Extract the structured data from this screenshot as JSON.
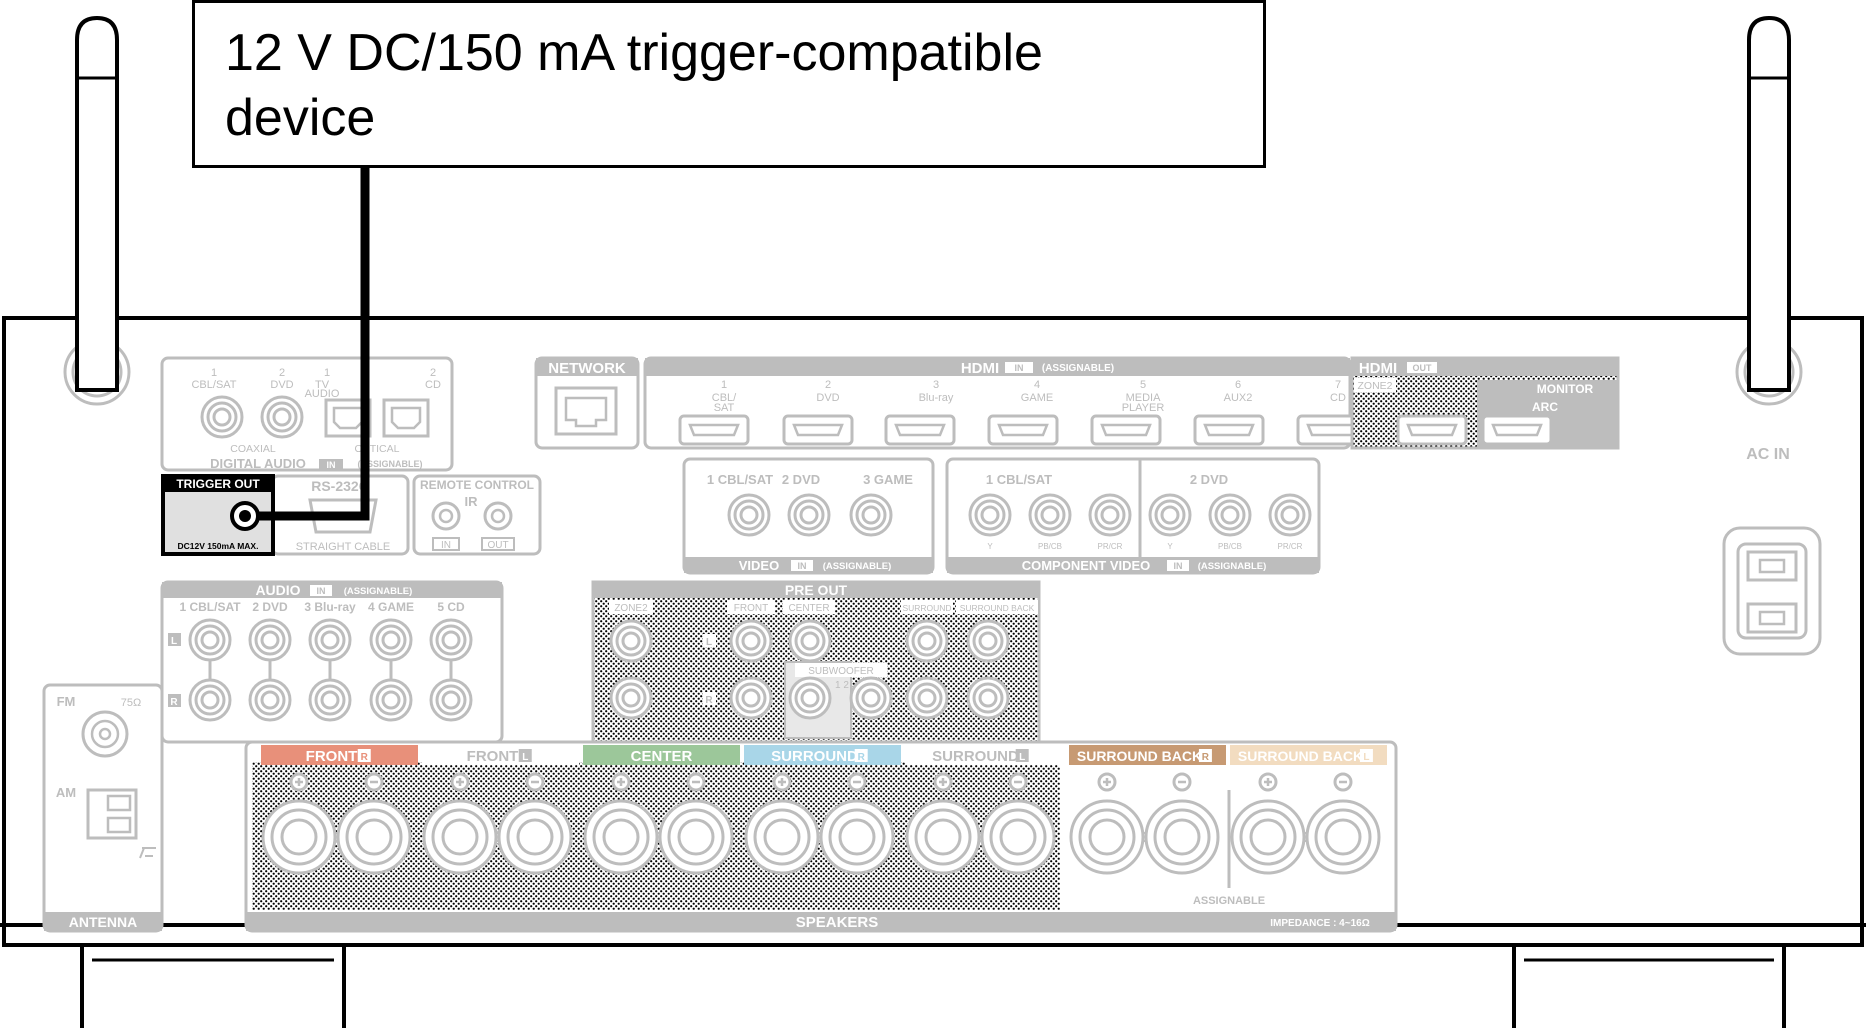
{
  "callout": {
    "text_line1": "12 V DC/150 mA trigger-compatible",
    "text_line2": "device"
  },
  "panel": {
    "ac_in": "AC IN",
    "digital_audio": {
      "c1_num": "1",
      "c1_name": "CBL/SAT",
      "c2_num": "2",
      "c2_name": "DVD",
      "c3_num": "1",
      "c3_name1": "TV",
      "c3_name2": "AUDIO",
      "c4_num": "2",
      "c4_name": "CD",
      "coaxial": "COAXIAL",
      "optical": "OPTICAL",
      "title": "DIGITAL AUDIO",
      "in_badge": "IN",
      "assignable": "(ASSIGNABLE)"
    },
    "trigger": {
      "title": "TRIGGER OUT",
      "spec": "DC12V 150mA MAX."
    },
    "rs232c": {
      "title": "RS-232C",
      "cable": "STRAIGHT CABLE"
    },
    "remote": {
      "title": "REMOTE CONTROL",
      "ir": "IR",
      "in": "IN",
      "out": "OUT"
    },
    "network": {
      "title": "NETWORK"
    },
    "hdmi_in": {
      "title": "HDMI",
      "badge": "IN",
      "assignable": "(ASSIGNABLE)",
      "ports": [
        {
          "num": "1",
          "name1": "CBL/",
          "name2": "SAT"
        },
        {
          "num": "2",
          "name1": "DVD",
          "name2": ""
        },
        {
          "num": "3",
          "name1": "Blu-ray",
          "name2": ""
        },
        {
          "num": "4",
          "name1": "GAME",
          "name2": ""
        },
        {
          "num": "5",
          "name1": "MEDIA",
          "name2": "PLAYER"
        },
        {
          "num": "6",
          "name1": "AUX2",
          "name2": ""
        },
        {
          "num": "7",
          "name1": "CD",
          "name2": ""
        }
      ]
    },
    "hdmi_out": {
      "title": "HDMI",
      "badge": "OUT",
      "zone2": "ZONE2",
      "monitor": "MONITOR",
      "arc": "ARC"
    },
    "video": {
      "labels": "1 CBL/SAT   2 DVD",
      "label1": "1 CBL/SAT",
      "label2": "2 DVD",
      "label3": "3 GAME",
      "title": "VIDEO",
      "badge": "IN",
      "assignable": "(ASSIGNABLE)"
    },
    "component": {
      "label1": "1 CBL/SAT",
      "label2": "2 DVD",
      "y": "Y",
      "pb": "PB/CB",
      "pr": "PR/CR",
      "title": "COMPONENT VIDEO",
      "badge": "IN",
      "assignable": "(ASSIGNABLE)"
    },
    "audio": {
      "title": "AUDIO",
      "badge": "IN",
      "assignable": "(ASSIGNABLE)",
      "labels": [
        "1 CBL/SAT",
        "2 DVD",
        "3 Blu-ray",
        "4 GAME",
        "5 CD"
      ],
      "l": "L",
      "r": "R"
    },
    "preout": {
      "title": "PRE OUT",
      "zone2": "ZONE2",
      "front": "FRONT",
      "center": "CENTER",
      "surround": "SURROUND",
      "surround_back": "SURROUND BACK",
      "subwoofer": "SUBWOOFER",
      "sub_nums": "1  2",
      "l": "L",
      "r": "R"
    },
    "antenna": {
      "fm": "FM",
      "ohm": "75Ω",
      "am": "AM",
      "title": "ANTENNA"
    },
    "speakers": {
      "title": "SPEAKERS",
      "assignable": "ASSIGNABLE",
      "impedance": "IMPEDANCE : 4~16Ω",
      "channels": [
        {
          "label": "FRONT",
          "side": "R",
          "color": "#e8907a"
        },
        {
          "label": "FRONT",
          "side": "L",
          "color": "#ffffff"
        },
        {
          "label": "CENTER",
          "side": "",
          "color": "#9cc79a"
        },
        {
          "label": "SURROUND",
          "side": "R",
          "color": "#a9d6e8"
        },
        {
          "label": "SURROUND",
          "side": "L",
          "color": "#ffffff"
        },
        {
          "label": "SURROUND BACK",
          "side": "R",
          "color": "#c79a73"
        },
        {
          "label": "SURROUND BACK",
          "side": "L",
          "color": "#f2dcc0"
        }
      ]
    }
  }
}
